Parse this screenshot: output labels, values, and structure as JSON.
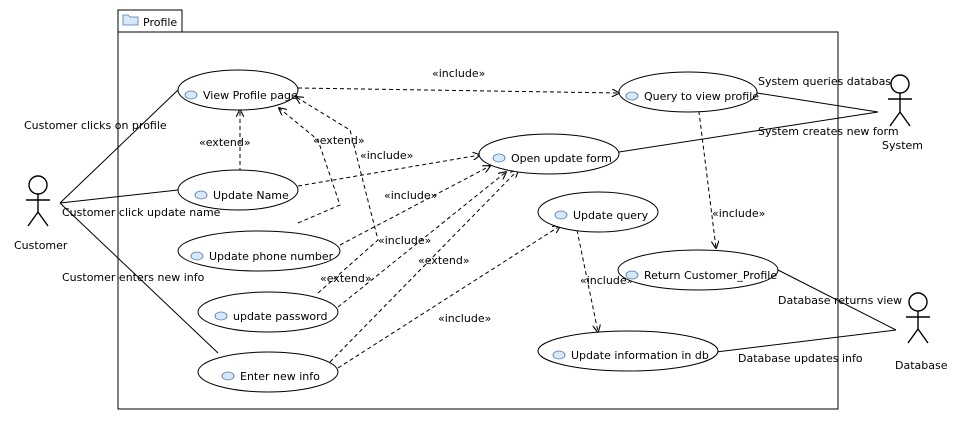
{
  "package": {
    "name": "Profile",
    "icon": "folder-icon"
  },
  "actors": {
    "customer": "Customer",
    "system": "System",
    "database": "Database"
  },
  "use_cases": {
    "view_profile": "View Profile page",
    "update_name": "Update Name",
    "update_phone": "Update phone number",
    "update_password": "update password",
    "enter_new_info": "Enter new info",
    "open_update_form": "Open update form",
    "query_view_profile": "Query to view profile",
    "update_query": "Update query",
    "return_profile": "Return Customer_Profile",
    "update_info_db": "Update information in db"
  },
  "association_labels": {
    "customer_clicks_profile": "Customer clicks on profile",
    "customer_click_update_name": "Customer click update name",
    "customer_enters_new_info": "Customer enters new info",
    "system_queries_db": "System queries database",
    "system_creates_form": "System creates new form",
    "db_returns_view": "Database returns view",
    "db_updates_info": "Database updates info"
  },
  "stereotypes": {
    "include": "«include»",
    "extend": "«extend»"
  },
  "colors": {
    "line": "#000000",
    "background": "#ffffff",
    "use_case_icon_fill": "#d8e8f8",
    "use_case_icon_stroke": "#4a7ab0"
  }
}
